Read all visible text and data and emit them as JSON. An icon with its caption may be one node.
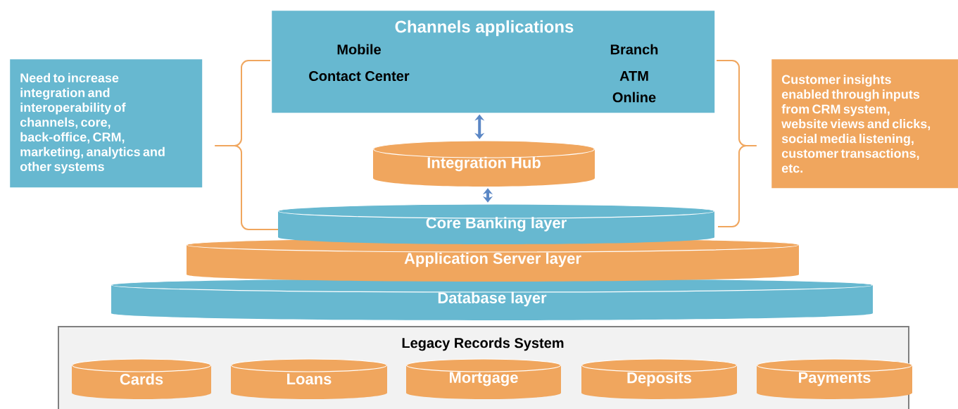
{
  "diagram": {
    "nodes": [
      {
        "text": [
          "Channels applications",
          "Mobile",
          "Branch",
          "Contact Center",
          "ATM",
          "Online"
        ]
      },
      {
        "text": [
          "Need to increase integration and interoperability of channels, core, back-office, CRM, marketing, analytics and other systems"
        ]
      },
      {
        "text": [
          "Customer insights enabled through inputs from CRM system, website views and clicks, social media listening, customer transactions, etc."
        ]
      },
      {
        "text": [
          "Integration Hub"
        ]
      },
      {
        "text": [
          "Core Banking layer"
        ]
      },
      {
        "text": [
          "Application Server layer"
        ]
      },
      {
        "text": [
          "Database layer"
        ]
      },
      {
        "text": [
          "Legacy Records System"
        ]
      },
      {
        "text": [
          "Cards"
        ],
        "in": 7
      },
      {
        "text": [
          "Loans"
        ],
        "in": 7
      },
      {
        "text": [
          "Mortgage"
        ],
        "in": 7
      },
      {
        "text": [
          "Deposits"
        ],
        "in": 7
      },
      {
        "text": [
          "Payments"
        ],
        "in": 7
      }
    ],
    "edges": [
      {
        "from": 0,
        "to": 3,
        "arrow": "both"
      },
      {
        "from": 3,
        "to": 4,
        "arrow": "both"
      }
    ]
  }
}
